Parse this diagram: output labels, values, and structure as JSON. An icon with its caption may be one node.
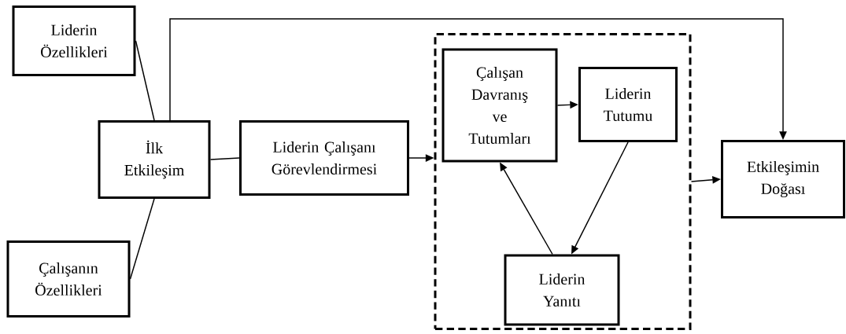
{
  "diagram": {
    "nodes": [
      {
        "text": [
          "Liderin Özellikleri"
        ]
      },
      {
        "text": [
          "İlk Etkileşim"
        ]
      },
      {
        "text": [
          "Çalışanın Özellikleri"
        ]
      },
      {
        "text": [
          "Liderin Çalışanı Görevlendirmesi"
        ]
      },
      {
        "text": [],
        "shape": "box"
      },
      {
        "text": [
          "Çalışan Davranış ve Tutumları"
        ],
        "in": 4
      },
      {
        "text": [
          "Liderin Tutumu"
        ],
        "in": 4
      },
      {
        "text": [
          "Liderin Yanıtı"
        ],
        "in": 4
      },
      {
        "text": [
          "Etkileşimin Doğası"
        ]
      }
    ],
    "edges": [
      {
        "from": 0,
        "to": 1,
        "arrow": "none"
      },
      {
        "from": 2,
        "to": 1,
        "arrow": "none"
      },
      {
        "from": 1,
        "to": 3,
        "arrow": "none"
      },
      {
        "from": 3,
        "to": 4,
        "arrow": "to"
      },
      {
        "from": 5,
        "to": 6,
        "arrow": "to"
      },
      {
        "from": 6,
        "to": 7,
        "arrow": "to"
      },
      {
        "from": 7,
        "to": 5,
        "arrow": "to"
      },
      {
        "from": 4,
        "to": 8,
        "arrow": "to"
      },
      {
        "from": 1,
        "to": 8,
        "arrow": "to"
      }
    ]
  }
}
